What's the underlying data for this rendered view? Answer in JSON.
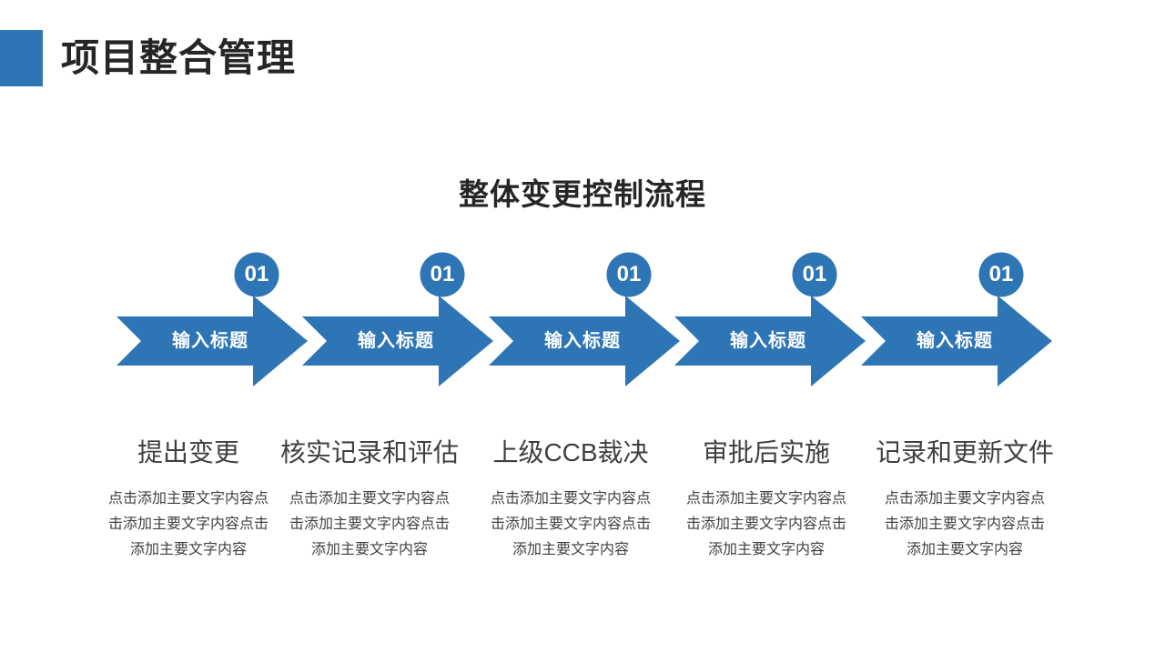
{
  "header": {
    "title": "项目整合管理",
    "accent_color": "#2e75b6"
  },
  "section": {
    "title": "整体变更控制流程"
  },
  "process": {
    "arrow_color": "#2e75b6",
    "badge_circle_color": "#2e75b6",
    "label_text_color": "#ffffff",
    "steps": [
      {
        "badge": "01",
        "arrow_label": "输入标题",
        "title": "提出变更",
        "body_lines": [
          "点击添加主要文字内容点",
          "击添加主要文字内容点击",
          "添加主要文字内容"
        ]
      },
      {
        "badge": "01",
        "arrow_label": "输入标题",
        "title": "核实记录和评估",
        "body_lines": [
          "点击添加主要文字内容点",
          "击添加主要文字内容点击",
          "添加主要文字内容"
        ]
      },
      {
        "badge": "01",
        "arrow_label": "输入标题",
        "title": "上级CCB裁决",
        "body_lines": [
          "点击添加主要文字内容点",
          "击添加主要文字内容点击",
          "添加主要文字内容"
        ]
      },
      {
        "badge": "01",
        "arrow_label": "输入标题",
        "title": "审批后实施",
        "body_lines": [
          "点击添加主要文字内容点",
          "击添加主要文字内容点击",
          "添加主要文字内容"
        ]
      },
      {
        "badge": "01",
        "arrow_label": "输入标题",
        "title": "记录和更新文件",
        "body_lines": [
          "点击添加主要文字内容点",
          "击添加主要文字内容点击",
          "添加主要文字内容"
        ]
      }
    ]
  }
}
